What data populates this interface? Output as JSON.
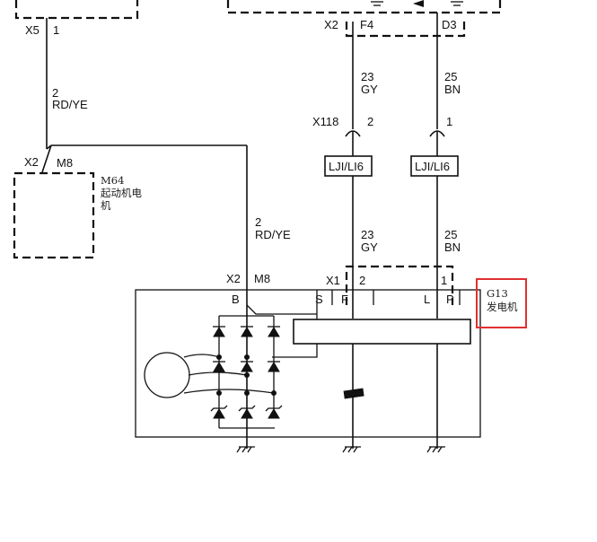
{
  "connectors": {
    "x5": "X5",
    "x5_pin": "1",
    "x2_top": "X2",
    "x2_top_f4": "F4",
    "x2_top_d3": "D3",
    "x2_m64": "X2",
    "x2_m64_pin": "M8",
    "x118": "X118",
    "x118_pin_left": "2",
    "x118_pin_right": "1",
    "x2_gen": "X2",
    "x2_gen_pin": "M8",
    "x1": "X1",
    "x1_pin_f": "2",
    "x1_pin_p": "1"
  },
  "wires": {
    "left_top": {
      "circuit": "2",
      "color": "RD/YE"
    },
    "left_mid": {
      "circuit": "2",
      "color": "RD/YE"
    },
    "f_top": {
      "circuit": "23",
      "color": "GY"
    },
    "f_bottom": {
      "circuit": "23",
      "color": "GY"
    },
    "p_top": {
      "circuit": "25",
      "color": "BN"
    },
    "p_bottom": {
      "circuit": "25",
      "color": "BN"
    }
  },
  "inline": {
    "left": "LJI/LI6",
    "right": "LJI/LI6"
  },
  "components": {
    "m64": {
      "code": "M64",
      "name_line1": "起动机电",
      "name_line2": "机"
    },
    "g13": {
      "code": "G13",
      "name": "发电机"
    }
  },
  "terminals": {
    "b": "B",
    "s": "S",
    "f": "F",
    "l": "L",
    "p": "P"
  },
  "colors": {
    "line": "#111111",
    "highlight": "#e03030"
  }
}
